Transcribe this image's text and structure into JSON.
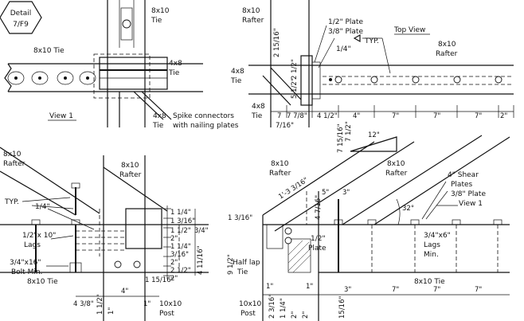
{
  "detail": {
    "line1": "Detail",
    "line2": "7/F9"
  },
  "view1_top": {
    "tie_vertical": [
      "8x10",
      "Tie"
    ],
    "tie_horizontal": "8x10 Tie",
    "tie_4x8": [
      "4x8",
      "Tie"
    ],
    "tie_4x8_bottom": [
      "4x8",
      "Tie"
    ],
    "view_label": "View 1",
    "connectors": [
      "Spike connectors",
      "with nailing plates"
    ]
  },
  "top_view": {
    "rafter_left": [
      "8x10",
      "Rafter"
    ],
    "rafter_right": [
      "8x10",
      "Rafter"
    ],
    "tie_4x8": [
      "4x8",
      "Tie"
    ],
    "tie_4x8_bottom": [
      "4x8",
      "Tie"
    ],
    "plate_half": "1/2\" Plate",
    "plate_3_8": "3/8\" Plate",
    "quarter": "1/4\"",
    "typ": "TYP.",
    "view_label": "Top View",
    "dim_2_15_16": "2 15/16\"",
    "dim_2_1_2": "2 1/2\"",
    "dim_5_1_2": "5 1/2\"",
    "bottom_dims": [
      "7",
      "7 7/8\"",
      "4 1/2\"",
      "4\"",
      "7\"",
      "7\"",
      "7\"",
      "2\""
    ],
    "dim_7_16": "7/16\""
  },
  "bottom_left": {
    "rafter_left": [
      "8x10",
      "Rafter"
    ],
    "rafter_center": [
      "8x10",
      "Rafter"
    ],
    "typ": "TYP.",
    "quarter": "1/4\"",
    "lags": [
      "1/2\"x 10\"",
      "Lags"
    ],
    "bolt": [
      "3/4\"x16\"",
      "Bolt Min."
    ],
    "tie": "8x10 Tie",
    "post": [
      "10x10",
      "Post"
    ],
    "right_dims": [
      "1 1/4\"",
      "1 3/16\"",
      "1 1/2\"",
      "3/4\"",
      "2\"",
      "1 1/4\"",
      "3/16\"",
      "2\"",
      "2 1/2\"",
      "2\""
    ],
    "vertical_dim": "4 11/16\"",
    "bottom_dims": [
      "4 3/8\"",
      "1 1/2\"",
      "4\"",
      "1 15/16\"",
      "1\"",
      "1\""
    ]
  },
  "bottom_right": {
    "slope": "12\"",
    "slope_rise": "7 1/2\"",
    "dim_7_15_16": "7 15/16\"",
    "rafter_left": [
      "8x10",
      "Rafter"
    ],
    "rafter_right": [
      "8x10",
      "Rafter"
    ],
    "dim_1_3_3_16": "1'-3 3/16\"",
    "shear_plates": [
      "4\" Shear",
      "Plates"
    ],
    "plate_3_8": "3/8\" Plate",
    "view_label": "View 1",
    "dim_5": "5\"",
    "dim_3": "3\"",
    "dim_4_7_16": "4 7/16\"",
    "angle": "32°",
    "dim_1_3_16": "1 3/16\"",
    "plate_half": [
      "1/2\"",
      "Plate"
    ],
    "lags": [
      "3/4\"x6\"",
      "Lags",
      "Min."
    ],
    "half_lap": [
      "Half lap",
      "Tie"
    ],
    "dim_9_1_2": "9 1/2\"",
    "tie": "8x10 Tie",
    "post": [
      "10x10",
      "Post"
    ],
    "bottom_dims": [
      "2 3/16\"",
      "1 1/4\"",
      "2\"",
      "2\"",
      "1\"",
      "1\"",
      "3\"",
      "7\"",
      "7\"",
      "7\""
    ],
    "dim_15_16": "15/16\""
  }
}
